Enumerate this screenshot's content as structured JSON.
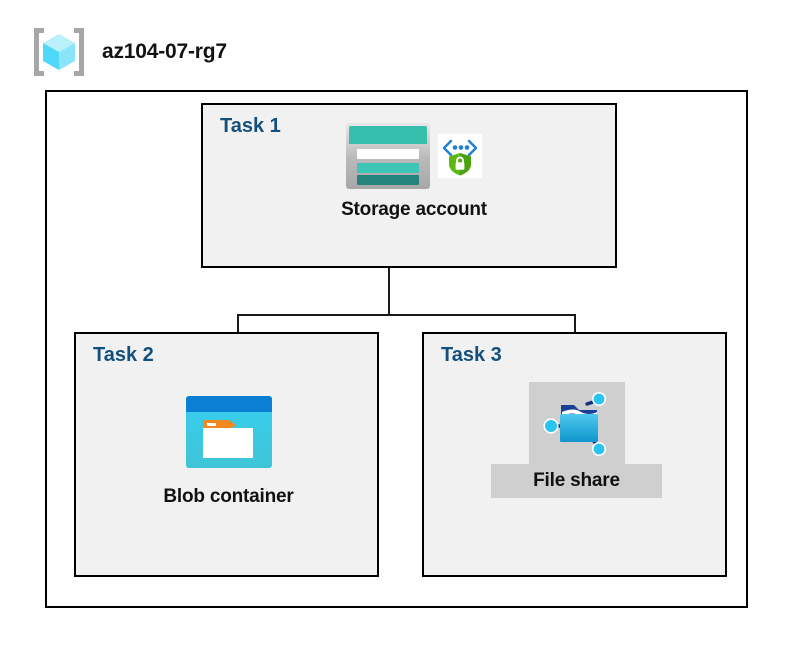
{
  "header": {
    "title": "az104-07-rg7",
    "icon": "resource-group-icon"
  },
  "diagram": {
    "type": "azure-architecture",
    "container_label": "az104-07-rg7",
    "tasks": [
      {
        "id": "task1",
        "label": "Task 1",
        "node_caption": "Storage account",
        "icons": [
          "storage-account-icon",
          "service-endpoint-shield-icon"
        ],
        "highlighted": false
      },
      {
        "id": "task2",
        "label": "Task 2",
        "node_caption": "Blob container",
        "icons": [
          "blob-container-icon"
        ],
        "highlighted": false
      },
      {
        "id": "task3",
        "label": "Task 3",
        "node_caption": "File share",
        "icons": [
          "file-share-icon"
        ],
        "highlighted": true
      }
    ],
    "connections": [
      {
        "from": "Storage account",
        "to": "Blob container"
      },
      {
        "from": "Storage account",
        "to": "File share"
      }
    ]
  },
  "colors": {
    "task_label": "#14507d",
    "task_box_fill": "#f1f1f1",
    "border": "#000000",
    "storage_teal": "#37bfae",
    "storage_teal_dark": "#24837c",
    "blob_blue": "#0b7fd4",
    "blob_cyan": "#35cff0",
    "blob_orange": "#f2881f",
    "shield_green": "#5cb811",
    "endpoint_blue": "#0078d4",
    "fileshare_cyan": "#29c3ef",
    "fileshare_blue_dark": "#1d3f8f",
    "highlight_gray": "#cfcfcf",
    "rg_cube_cyan": "#7fe3f9"
  }
}
